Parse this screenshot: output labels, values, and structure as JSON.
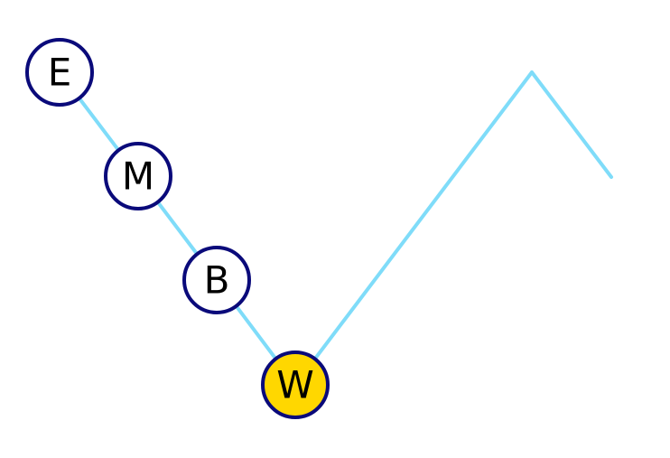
{
  "colors": {
    "edge": "#7fdcf9",
    "node_stroke": "#0a0a7a",
    "node_fill": "#ffffff",
    "highlight_fill": "#ffd700",
    "text": "#000000"
  },
  "nodes": [
    {
      "id": "E",
      "label": "E",
      "highlighted": false
    },
    {
      "id": "M",
      "label": "M",
      "highlighted": false
    },
    {
      "id": "B",
      "label": "B",
      "highlighted": false
    },
    {
      "id": "W",
      "label": "W",
      "highlighted": true
    }
  ],
  "edges": [
    {
      "from": "E",
      "to": "M"
    },
    {
      "from": "M",
      "to": "B"
    },
    {
      "from": "B",
      "to": "W"
    },
    {
      "from": "W",
      "to": "peak"
    },
    {
      "from": "peak",
      "to": "end"
    }
  ]
}
